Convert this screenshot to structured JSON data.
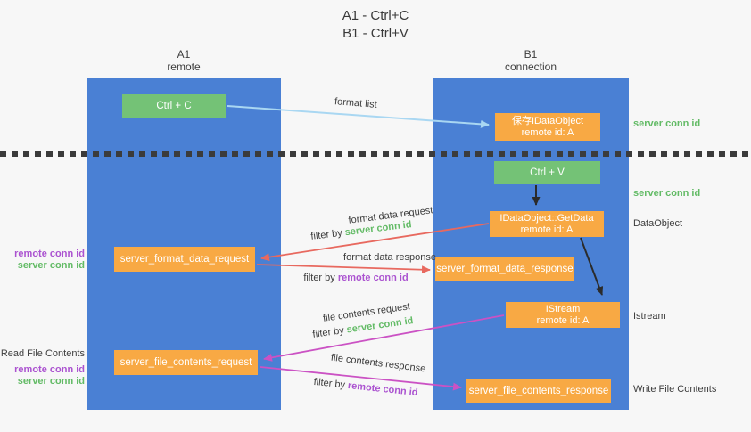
{
  "title": {
    "line1": "A1 - Ctrl+C",
    "line2": "B1 - Ctrl+V"
  },
  "columns": {
    "left": {
      "name": "A1",
      "role": "remote"
    },
    "right": {
      "name": "B1",
      "role": "connection"
    }
  },
  "boxes": {
    "ctrl_c": {
      "label": "Ctrl + C"
    },
    "ctrl_v": {
      "label": "Ctrl + V"
    },
    "save_dataobject": {
      "line1": "保存IDataObject",
      "line2": "remote id: A"
    },
    "getdata": {
      "line1": "IDataObject::GetData",
      "line2": "remote id: A"
    },
    "istream": {
      "line1": "IStream",
      "line2": "remote id: A"
    },
    "format_request": {
      "label": "server_format_data_request"
    },
    "format_response": {
      "label": "server_format_data_response"
    },
    "file_request": {
      "label": "server_file_contents_request"
    },
    "file_response": {
      "label": "server_file_contents_response"
    }
  },
  "arrow_labels": {
    "format_list": "format list",
    "format_data_request": "format data request",
    "format_data_request_filter_prefix": "filter by ",
    "format_data_request_filter_key": "server conn id",
    "format_data_response": "format data response",
    "format_data_response_filter_prefix": "filter by ",
    "format_data_response_filter_key": "remote conn id",
    "file_contents_request": "file contents request",
    "file_contents_request_filter_prefix": "filter by ",
    "file_contents_request_filter_key": "server conn id",
    "file_contents_response": "file contents response",
    "file_contents_response_filter_prefix": "filter by ",
    "file_contents_response_filter_key": "remote conn id"
  },
  "side_labels": {
    "left_format_remote_conn_id": "remote conn id",
    "left_format_server_conn_id": "server conn id",
    "left_read_title": "Read File Contents",
    "left_file_remote_conn_id": "remote conn id",
    "left_file_server_conn_id": "server conn id",
    "right_save_server_conn_id": "server conn id",
    "right_paste_server_conn_id": "server conn id",
    "right_dataobject": "DataObject",
    "right_istream": "Istream",
    "right_write_title": "Write File Contents"
  },
  "colors": {
    "background": "#f7f7f7",
    "column_blue": "#4a80d4",
    "box_green": "#74c276",
    "box_orange": "#f8a944",
    "conn_id_green": "#63bb66",
    "conn_id_purple": "#ab53d0",
    "arrow_red": "#e8695f",
    "arrow_magenta": "#cb52c4",
    "arrow_light_blue": "#a9d7f2",
    "arrow_black": "#2b2b2b",
    "dotted_line": "#3b3b3b"
  }
}
